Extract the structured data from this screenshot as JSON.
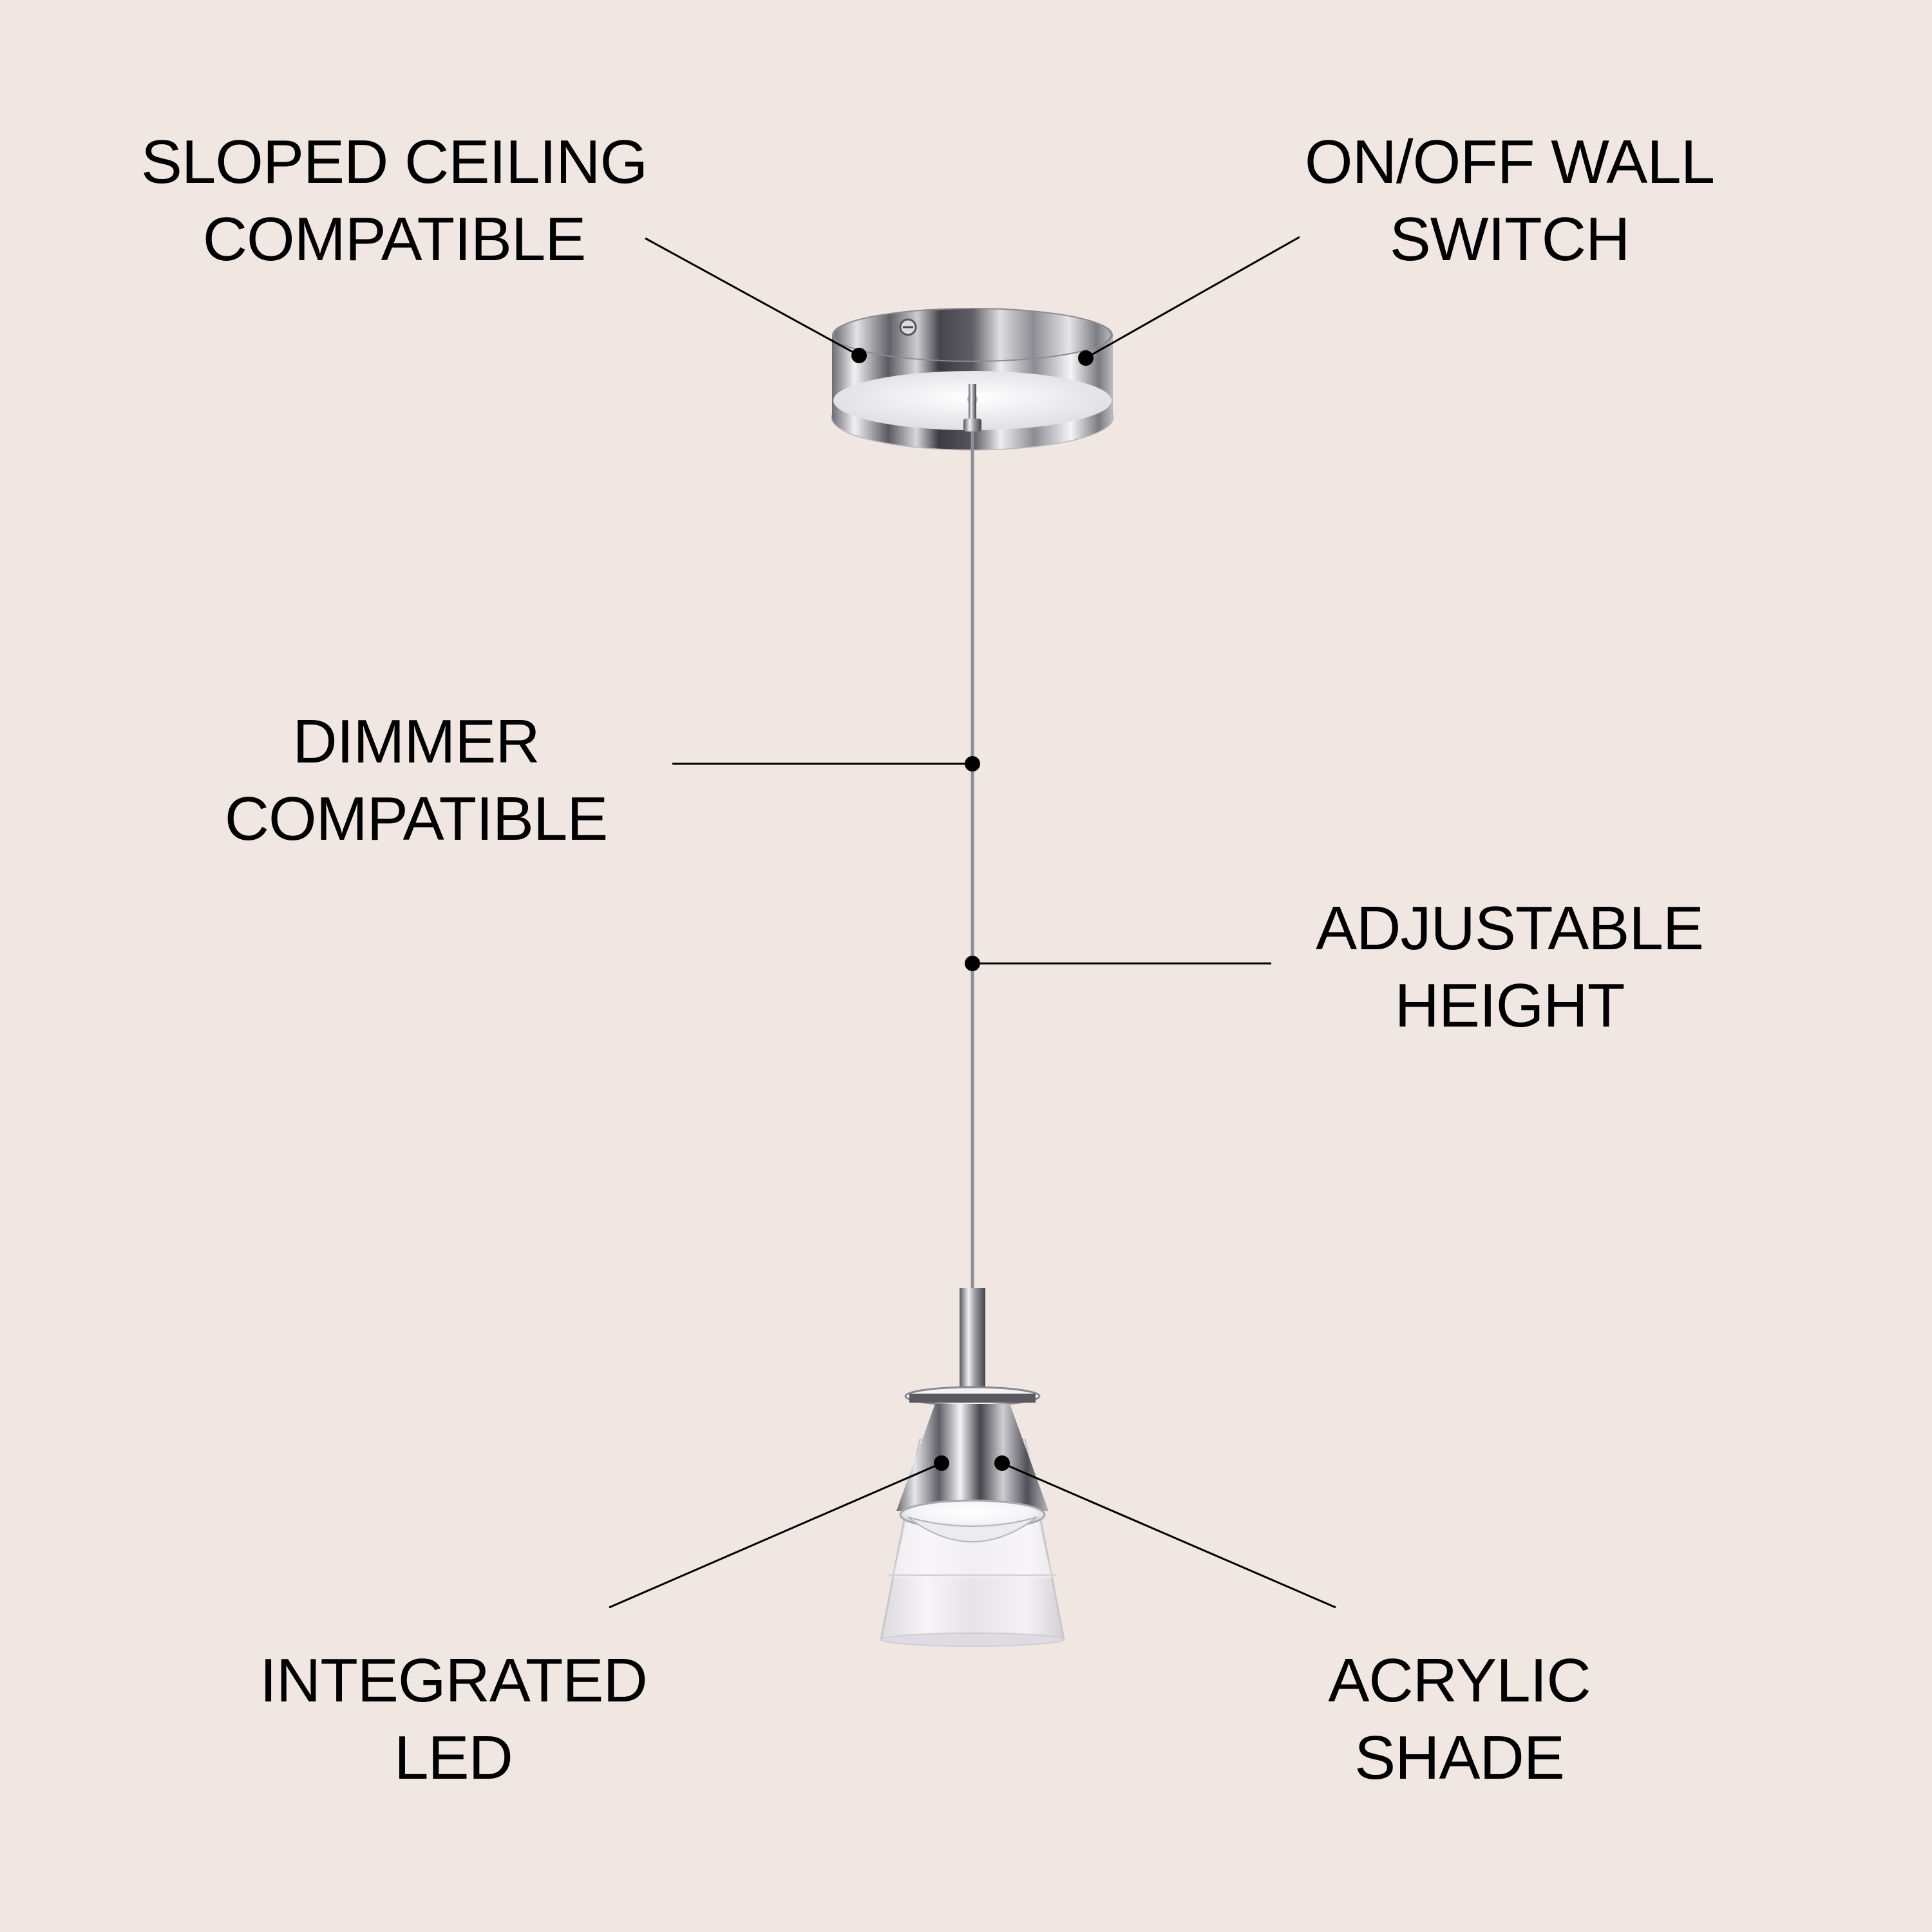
{
  "colors": {
    "background": "#f0e7e3",
    "text": "#000000",
    "leader": "#000000",
    "chrome_dark": "#4a4a50",
    "chrome_mid": "#9a9aa2",
    "chrome_light": "#f4f4f6",
    "shade_clear": "#e9e7ea",
    "led_glow": "#fbfbfd"
  },
  "callouts": {
    "sloped_ceiling": {
      "line1": "SLOPED CEILING",
      "line2": "COMPATIBLE"
    },
    "wall_switch": {
      "line1": "ON/OFF WALL",
      "line2": "SWITCH"
    },
    "dimmer": {
      "line1": "DIMMER",
      "line2": "COMPATIBLE"
    },
    "adjustable_height": {
      "line1": "ADJUSTABLE",
      "line2": "HEIGHT"
    },
    "integrated_led": {
      "line1": "INTEGRATED",
      "line2": "LED"
    },
    "acrylic_shade": {
      "line1": "ACRYLIC",
      "line2": "SHADE"
    }
  }
}
